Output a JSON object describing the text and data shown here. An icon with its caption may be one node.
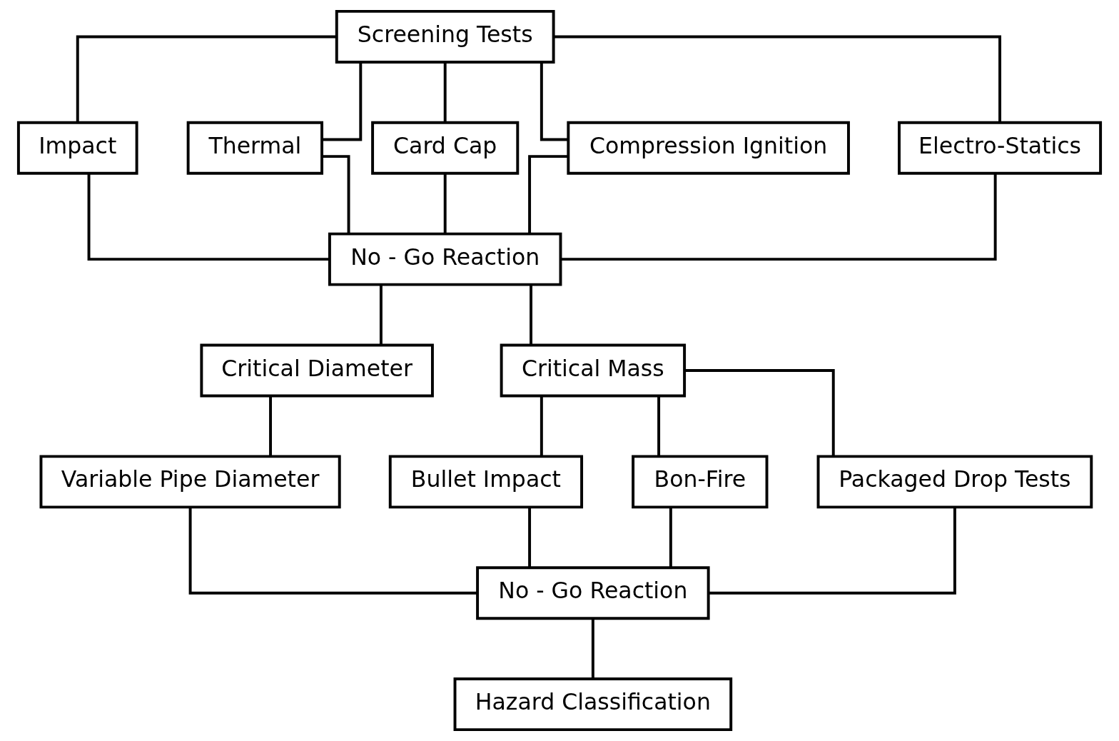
{
  "diagram": {
    "nodes": [
      {
        "text": [
          "Screening Tests"
        ]
      },
      {
        "text": [
          "Impact"
        ]
      },
      {
        "text": [
          "Thermal"
        ]
      },
      {
        "text": [
          "Card Cap"
        ]
      },
      {
        "text": [
          "Compression Ignition"
        ]
      },
      {
        "text": [
          "Electro-Statics"
        ]
      },
      {
        "text": [
          "No - Go Reaction"
        ]
      },
      {
        "text": [
          "Critical Diameter"
        ]
      },
      {
        "text": [
          "Critical Mass"
        ]
      },
      {
        "text": [
          "Variable Pipe Diameter"
        ]
      },
      {
        "text": [
          "Bullet Impact"
        ]
      },
      {
        "text": [
          "Bon-Fire"
        ]
      },
      {
        "text": [
          "Packaged Drop Tests"
        ]
      },
      {
        "text": [
          "No - Go Reaction"
        ]
      },
      {
        "text": [
          "Hazard Classification"
        ]
      }
    ],
    "edges": [
      {
        "from": 0,
        "to": 1,
        "arrow": "none"
      },
      {
        "from": 0,
        "to": 2,
        "arrow": "none"
      },
      {
        "from": 0,
        "to": 3,
        "arrow": "none"
      },
      {
        "from": 0,
        "to": 4,
        "arrow": "none"
      },
      {
        "from": 0,
        "to": 5,
        "arrow": "none"
      },
      {
        "from": 1,
        "to": 6,
        "arrow": "none"
      },
      {
        "from": 2,
        "to": 6,
        "arrow": "none"
      },
      {
        "from": 3,
        "to": 6,
        "arrow": "none"
      },
      {
        "from": 4,
        "to": 6,
        "arrow": "none"
      },
      {
        "from": 5,
        "to": 6,
        "arrow": "none"
      },
      {
        "from": 6,
        "to": 7,
        "arrow": "none"
      },
      {
        "from": 6,
        "to": 8,
        "arrow": "none"
      },
      {
        "from": 7,
        "to": 9,
        "arrow": "none"
      },
      {
        "from": 8,
        "to": 10,
        "arrow": "none"
      },
      {
        "from": 8,
        "to": 11,
        "arrow": "none"
      },
      {
        "from": 8,
        "to": 12,
        "arrow": "none"
      },
      {
        "from": 9,
        "to": 13,
        "arrow": "none"
      },
      {
        "from": 10,
        "to": 13,
        "arrow": "none"
      },
      {
        "from": 11,
        "to": 13,
        "arrow": "none"
      },
      {
        "from": 12,
        "to": 13,
        "arrow": "none"
      },
      {
        "from": 13,
        "to": 14,
        "arrow": "none"
      }
    ]
  }
}
